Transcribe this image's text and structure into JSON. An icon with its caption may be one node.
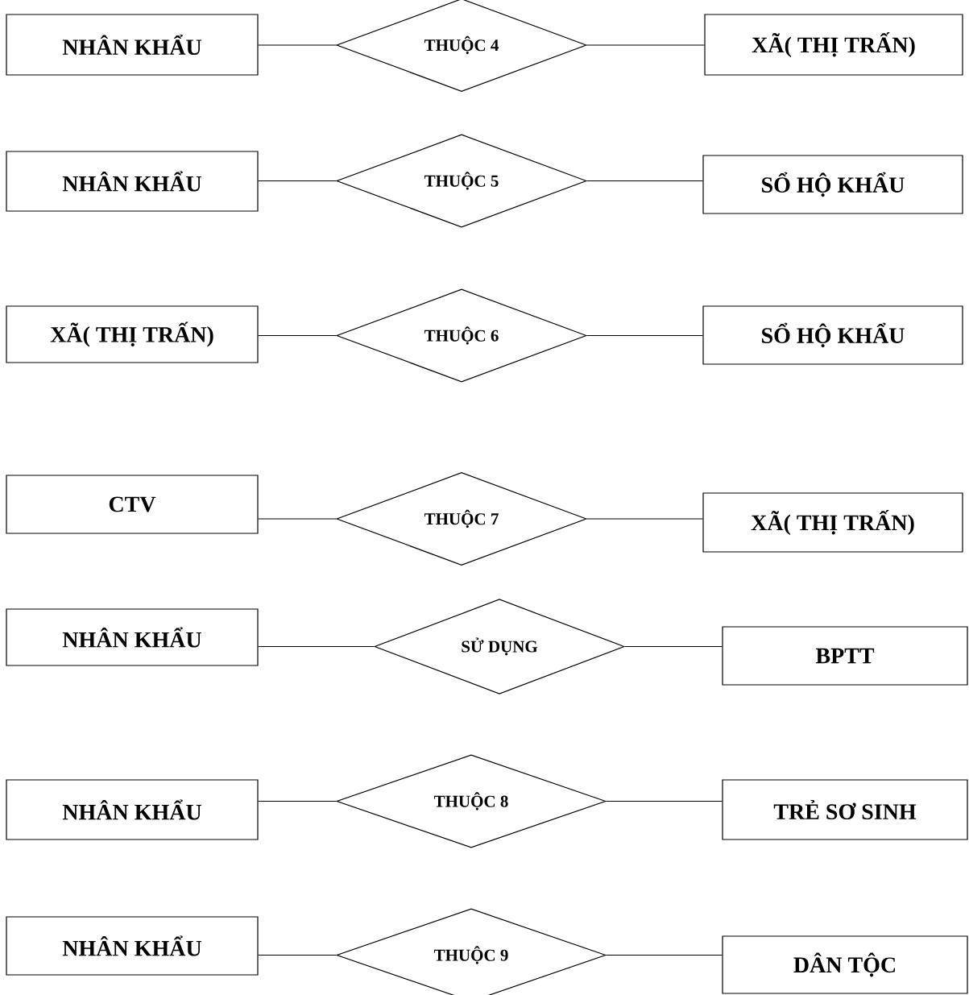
{
  "diagram": {
    "nodes": [
      {
        "text": [
          "NHÂN KHẨU"
        ]
      },
      {
        "text": [
          "THUỘC 4"
        ]
      },
      {
        "text": [
          "XÃ( THỊ TRẤN)"
        ]
      },
      {
        "text": [
          "NHÂN KHẨU"
        ]
      },
      {
        "text": [
          "THUỘC 5"
        ]
      },
      {
        "text": [
          "SỔ HỘ KHẨU"
        ]
      },
      {
        "text": [
          "XÃ( THỊ TRẤN)"
        ]
      },
      {
        "text": [
          "THUỘC 6"
        ]
      },
      {
        "text": [
          "SỔ HỘ KHẨU"
        ]
      },
      {
        "text": [
          "CTV"
        ]
      },
      {
        "text": [
          "THUỘC 7"
        ]
      },
      {
        "text": [
          "XÃ( THỊ TRẤN)"
        ]
      },
      {
        "text": [
          "NHÂN KHẨU"
        ]
      },
      {
        "text": [
          "SỬ DỤNG"
        ]
      },
      {
        "text": [
          "BPTT"
        ]
      },
      {
        "text": [
          "NHÂN KHẨU"
        ]
      },
      {
        "text": [
          "THUỘC  8"
        ]
      },
      {
        "text": [
          "TRẺ SƠ SINH"
        ]
      },
      {
        "text": [
          "NHÂN KHẨU"
        ]
      },
      {
        "text": [
          "THUỘC 9"
        ]
      },
      {
        "text": [
          "DÂN TỘC"
        ]
      }
    ],
    "edges": [
      {
        "from": 0,
        "to": 1,
        "arrow": "none"
      },
      {
        "from": 1,
        "to": 2,
        "arrow": "none"
      },
      {
        "from": 3,
        "to": 4,
        "arrow": "none"
      },
      {
        "from": 4,
        "to": 5,
        "arrow": "none"
      },
      {
        "from": 6,
        "to": 7,
        "arrow": "none"
      },
      {
        "from": 7,
        "to": 8,
        "arrow": "none"
      },
      {
        "from": 9,
        "to": 10,
        "arrow": "none"
      },
      {
        "from": 10,
        "to": 11,
        "arrow": "none"
      },
      {
        "from": 12,
        "to": 13,
        "arrow": "none"
      },
      {
        "from": 13,
        "to": 14,
        "arrow": "none"
      },
      {
        "from": 15,
        "to": 16,
        "arrow": "none"
      },
      {
        "from": 16,
        "to": 17,
        "arrow": "none"
      },
      {
        "from": 18,
        "to": 19,
        "arrow": "none"
      },
      {
        "from": 19,
        "to": 20,
        "arrow": "none"
      }
    ]
  }
}
